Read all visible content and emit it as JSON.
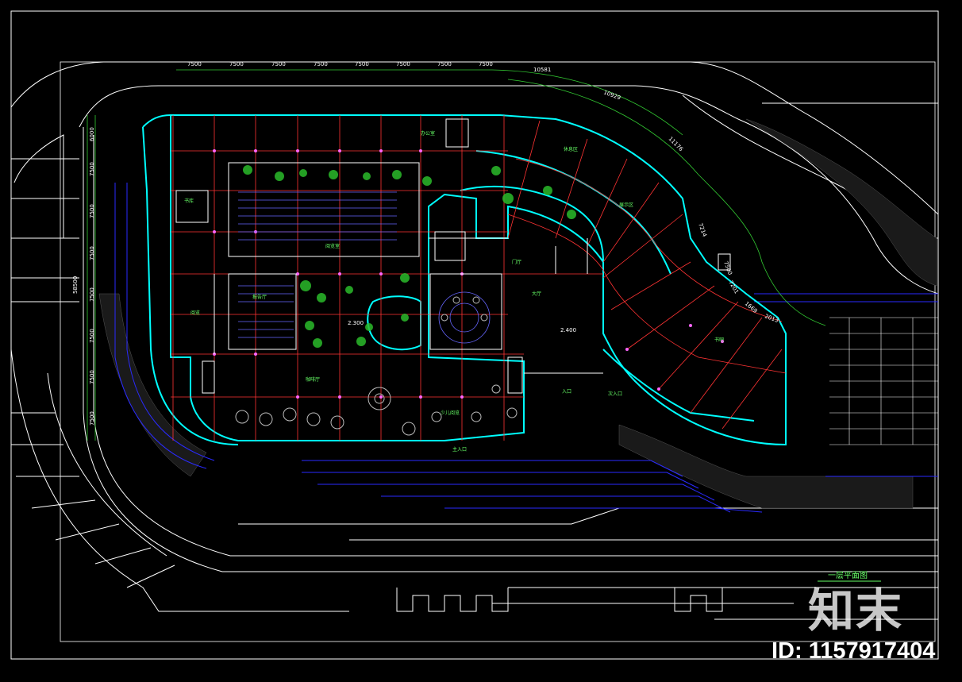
{
  "plan": {
    "title": "一层平面图",
    "top_dims": [
      "7500",
      "7500",
      "7500",
      "7500",
      "7500",
      "7500",
      "7500",
      "7500"
    ],
    "top_radial_dims": [
      "10581",
      "10929",
      "11176"
    ],
    "left_total_dim": "58500",
    "left_dims": [
      "6000",
      "7500",
      "7500",
      "7500",
      "7500",
      "7500",
      "7500",
      "7500"
    ],
    "right_dims": [
      "7214",
      "7201",
      "7500",
      "1669",
      "2013"
    ],
    "elevations": [
      "2.300",
      "2.400"
    ],
    "room_labels": [
      "书库",
      "阅览室",
      "报告厅",
      "大厅",
      "阅览",
      "办公室",
      "休息区",
      "门厅",
      "展示区",
      "书吧",
      "少儿阅览",
      "咖啡厅",
      "入口",
      "次入口",
      "主入口"
    ]
  },
  "colors": {
    "background": "#000000",
    "wall": "#00ffff",
    "grid": "#ff3333",
    "blue": "#2a2aff",
    "white": "#ffffff",
    "green": "#33cc33"
  },
  "watermark": {
    "brand": "知末",
    "id": "ID: 1157917404"
  }
}
